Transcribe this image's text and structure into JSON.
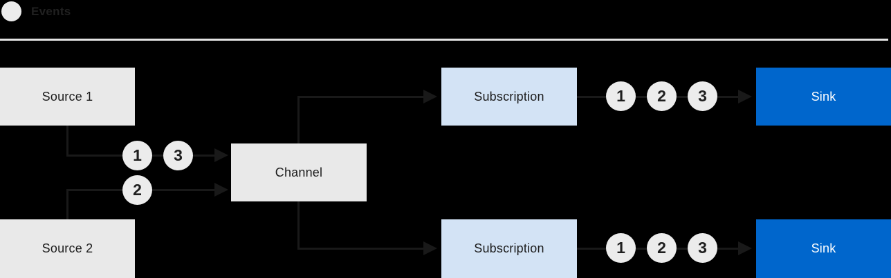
{
  "legend": {
    "icon": "event-circle",
    "label": "Events"
  },
  "nodes": {
    "source1": "Source 1",
    "source2": "Source 2",
    "channel": "Channel",
    "subscription_top": "Subscription",
    "subscription_bottom": "Subscription",
    "sink_top": "Sink",
    "sink_bottom": "Sink"
  },
  "markers": {
    "source1_to_channel": [
      "1",
      "3"
    ],
    "source2_to_channel": [
      "2"
    ],
    "subscription_top_to_sink": [
      "1",
      "2",
      "3"
    ],
    "subscription_bottom_to_sink": [
      "1",
      "2",
      "3"
    ]
  },
  "colors": {
    "background": "#000000",
    "source_channel_fill": "#E9E9E9",
    "subscription_fill": "#D3E3F5",
    "sink_fill": "#0066CC",
    "marker_fill": "#ECECEC",
    "connector": "#191919",
    "divider": "#E4E4E4",
    "text_dark": "#1B1B1B",
    "text_light": "#FFFFFF"
  }
}
